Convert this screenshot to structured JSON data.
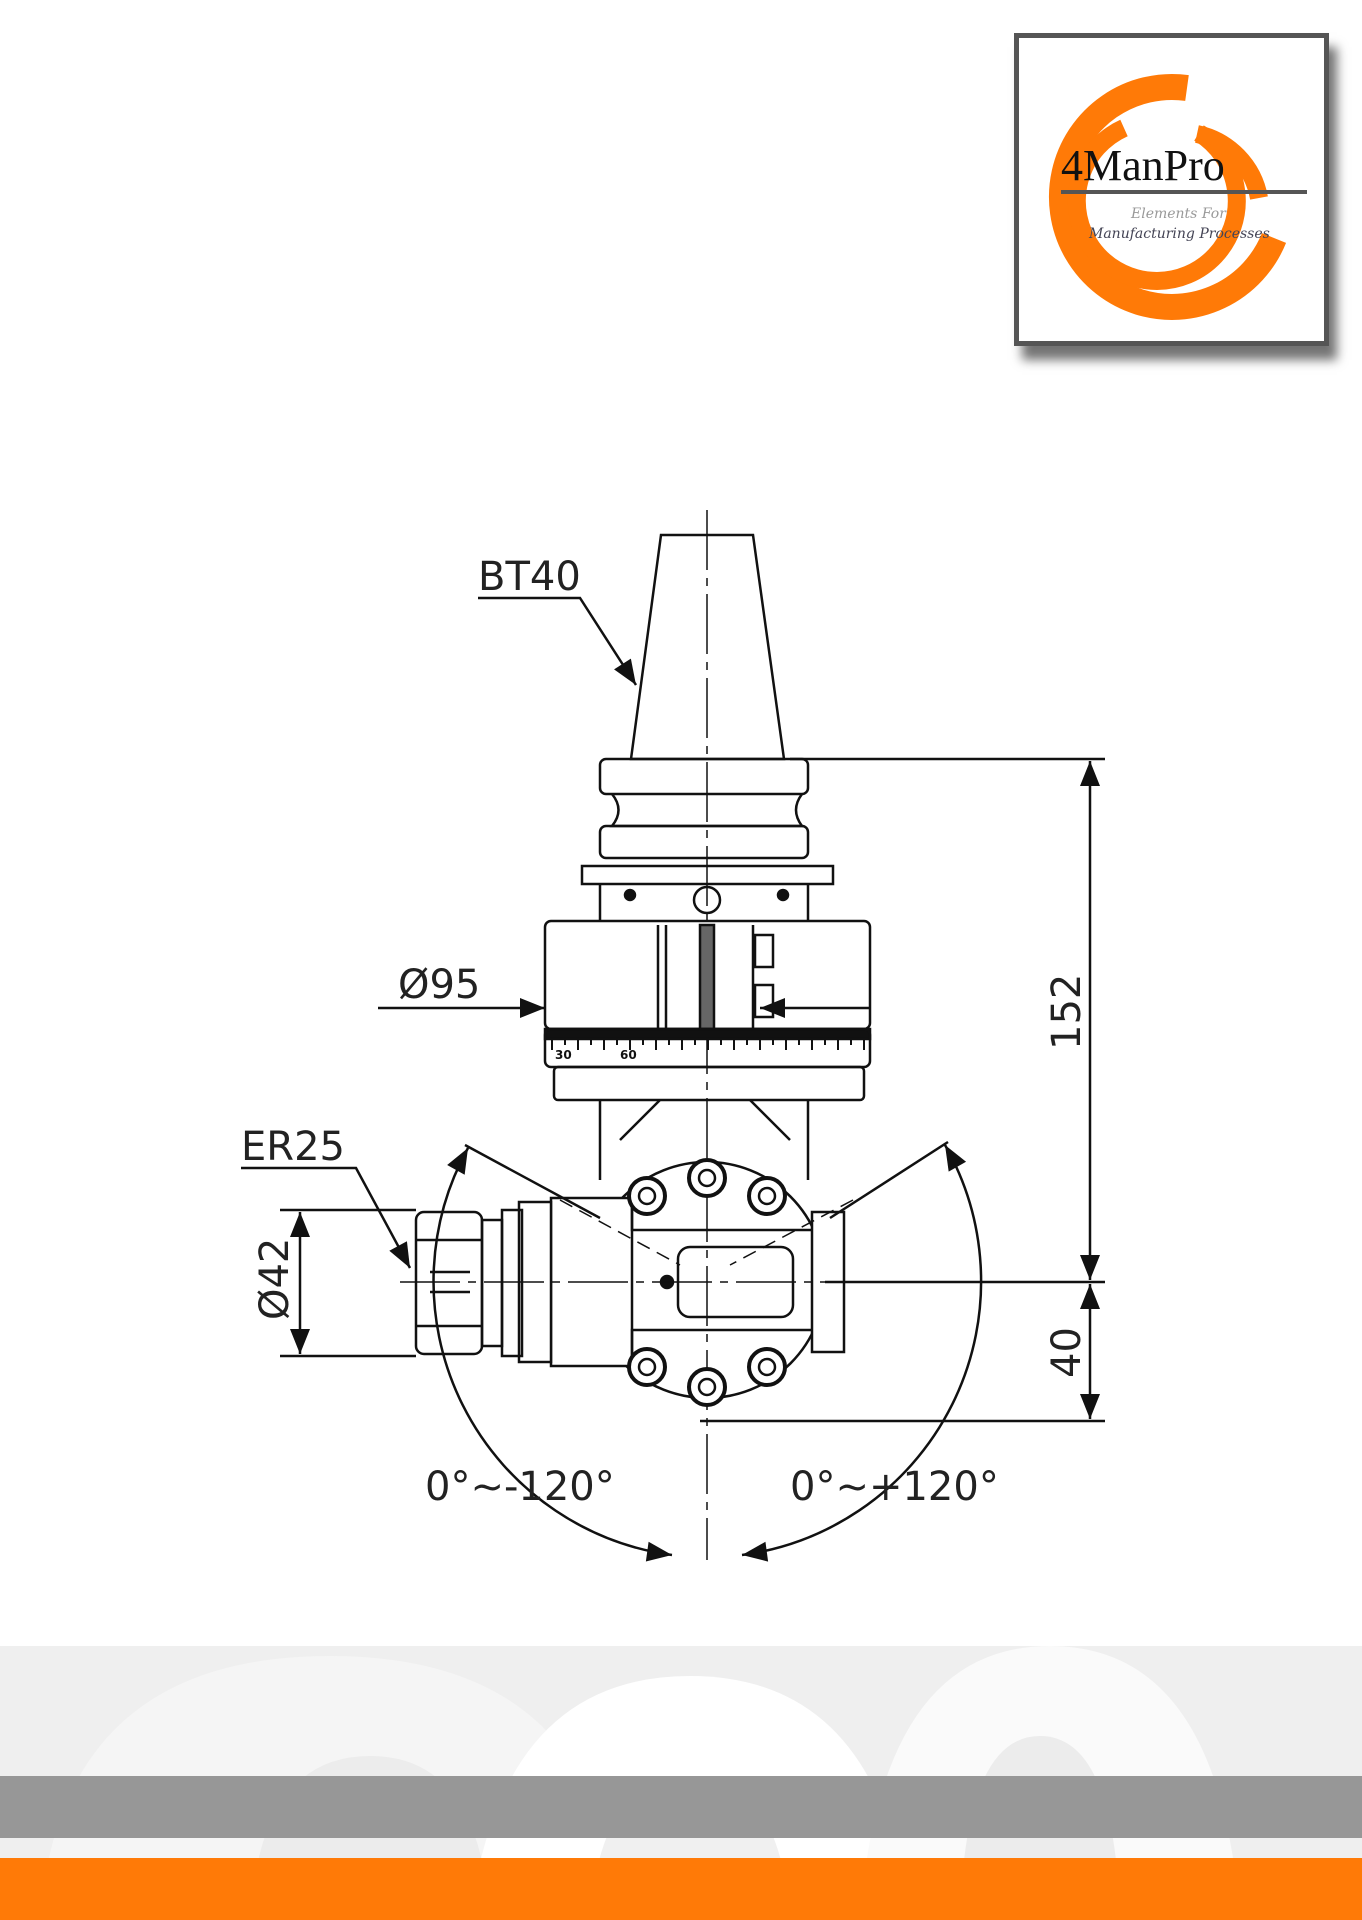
{
  "logo": {
    "brand": "4ManPro",
    "tagline_line1": "Elements For",
    "tagline_line2": "Manufacturing Processes"
  },
  "drawing": {
    "spindle_label": "BT40",
    "body_diameter": "Ø95",
    "collet_label": "ER25",
    "collet_diameter": "Ø42",
    "height_total": "152",
    "height_offset": "40",
    "angle_left": "0°~-120°",
    "angle_right": "0°~+120°",
    "dial_marks": [
      "30",
      "60"
    ]
  },
  "colors": {
    "accent_orange": "#ff7a07",
    "band_gray": "#979797",
    "frame_gray": "#555555"
  }
}
